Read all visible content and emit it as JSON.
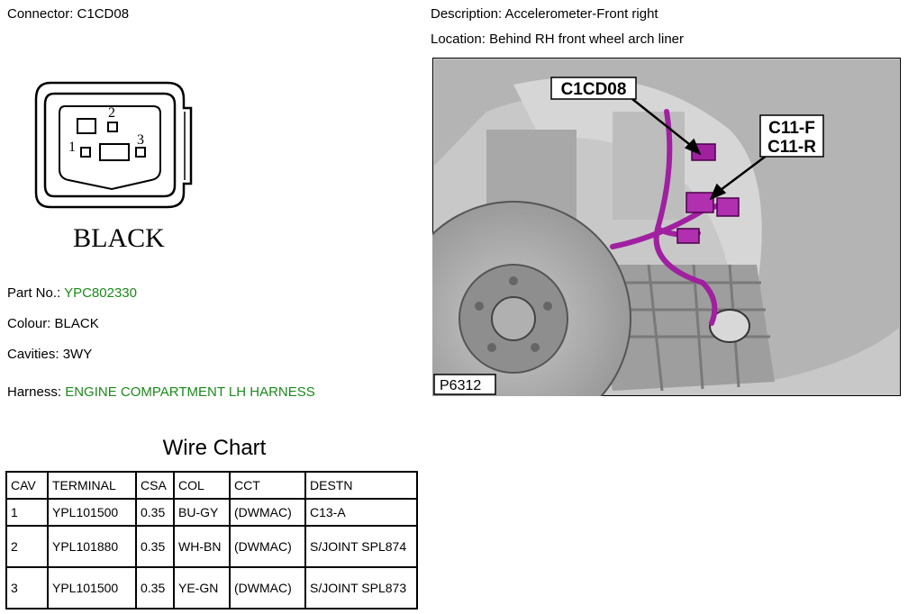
{
  "connector": {
    "label": "Connector:",
    "value": "C1CD08"
  },
  "pinout": {
    "pins": [
      "1",
      "2",
      "3"
    ],
    "color_label": "BLACK"
  },
  "part_no": {
    "label": "Part No.:",
    "value": "YPC802330",
    "value_color": "#1a8a1a"
  },
  "colour": {
    "label": "Colour:",
    "value": "BLACK"
  },
  "cavities": {
    "label": "Cavities:",
    "value": "3WY"
  },
  "harness": {
    "label": "Harness:",
    "value": "ENGINE COMPARTMENT LH HARNESS",
    "value_color": "#1a8a1a"
  },
  "description": {
    "label": "Description:",
    "value": "Accelerometer-Front right"
  },
  "location": {
    "label": "Location:",
    "value": "Behind RH front wheel arch liner"
  },
  "photo": {
    "callout_connector": "C1CD08",
    "callout_mating_1": "C11-F",
    "callout_mating_2": "C11-R",
    "figure_id": "P6312",
    "harness_color": "#a020a0"
  },
  "wire_chart": {
    "title": "Wire Chart",
    "headers": [
      "CAV",
      "TERMINAL",
      "CSA",
      "COL",
      "CCT",
      "DESTN"
    ],
    "rows": [
      [
        "1",
        "YPL101500",
        "0.35",
        "BU-GY",
        "(DWMAC)",
        "C13-A"
      ],
      [
        "2",
        "YPL101880",
        "0.35",
        "WH-BN",
        "(DWMAC)",
        "S/JOINT SPL874"
      ],
      [
        "3",
        "YPL101500",
        "0.35",
        "YE-GN",
        "(DWMAC)",
        "S/JOINT SPL873"
      ]
    ]
  }
}
